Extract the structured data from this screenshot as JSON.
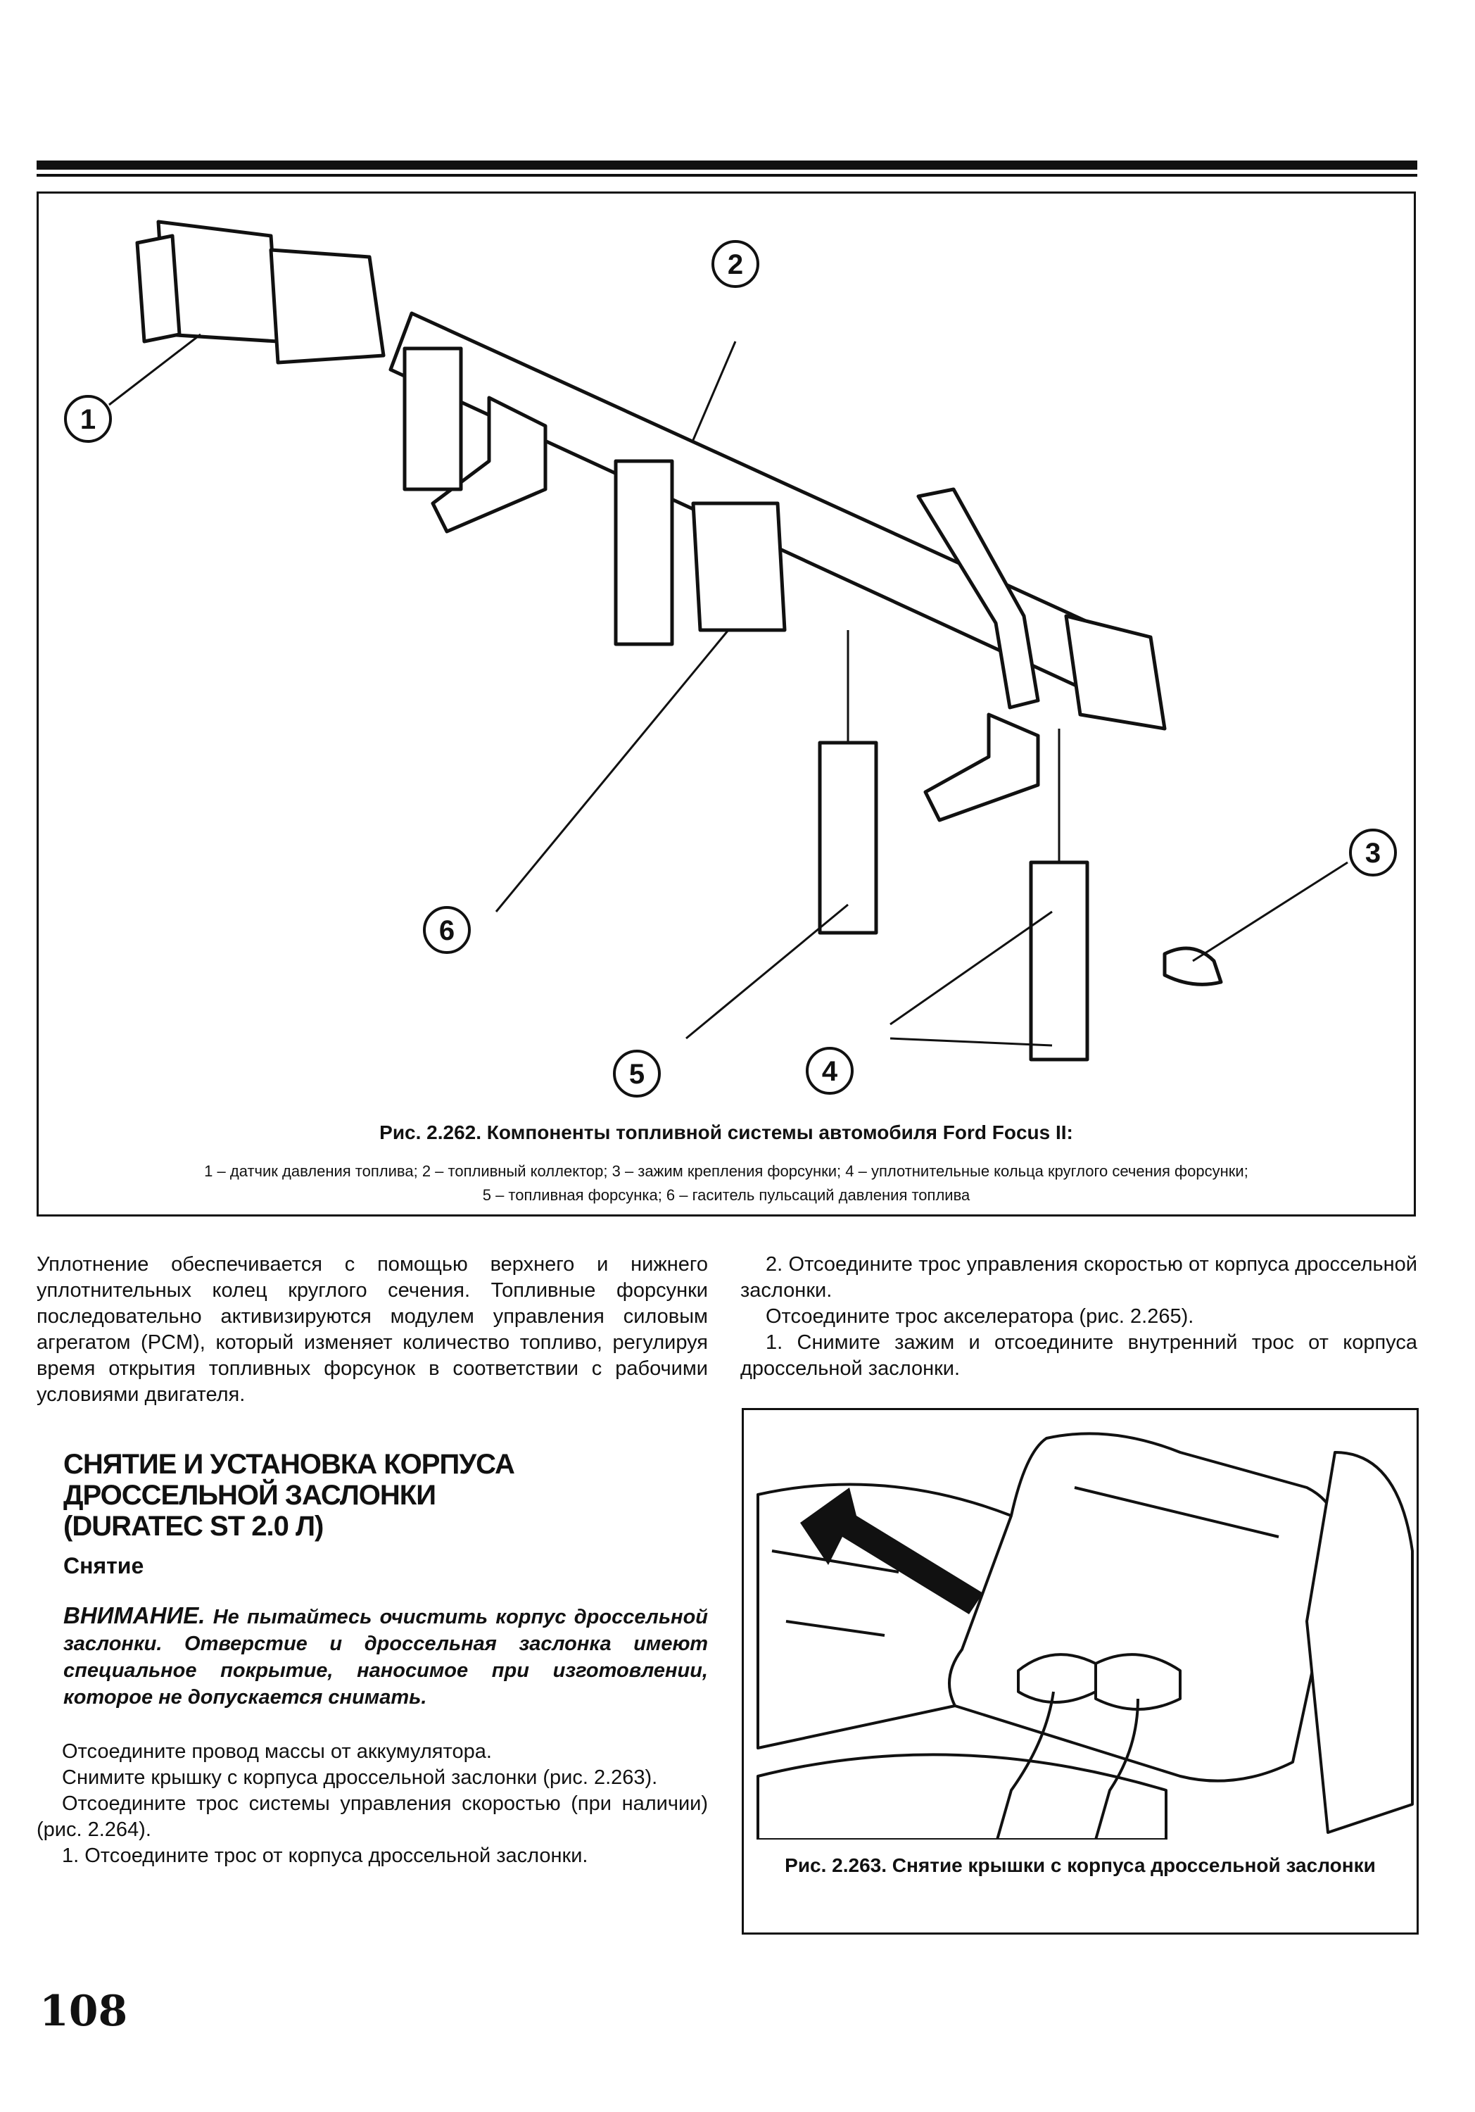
{
  "figure_262": {
    "title": "Рис. 2.262. Компоненты топливной системы автомобиля Ford Focus II:",
    "legend_line1": "1 – датчик давления топлива; 2 – топливный коллектор; 3 – зажим крепления форсунки; 4 – уплотнительные кольца круглого сечения форсунки;",
    "legend_line2": "5 – топливная форсунка; 6 – гаситель пульсаций давления топлива",
    "callouts": [
      "1",
      "2",
      "3",
      "4",
      "5",
      "6"
    ]
  },
  "left_column": {
    "paragraph": "Уплотнение обеспечивается с помощью верхнего и нижнего уплотнительных колец круглого сечения. Топливные форсунки последовательно активизируются модулем управления силовым агрегатом (PCM), который изменяет количество топливо, регулируя время открытия топливных форсунок в соответствии с рабочими условиями двигателя.",
    "section_title_line1": "СНЯТИЕ И УСТАНОВКА КОРПУСА",
    "section_title_line2": "ДРОССЕЛЬНОЙ ЗАСЛОНКИ",
    "section_title_line3": "(DURATEC ST 2.0 Л)",
    "subsection_title": "Снятие",
    "warning_lead": "ВНИМАНИЕ.",
    "warning_text": "Не пытайтесь очистить корпус дроссельной заслонки. Отверстие и дроссельная заслонка имеют специальное покрытие, наносимое при изготовлении, которое не допускается снимать.",
    "steps": [
      "Отсоедините провод массы от аккумулятора.",
      "Снимите крышку с корпуса дроссельной заслонки (рис. 2.263).",
      "Отсоедините трос системы управления скоростью (при наличии) (рис. 2.264).",
      "1. Отсоедините трос от корпуса дроссельной заслонки."
    ]
  },
  "right_column": {
    "steps": [
      "2. Отсоедините трос управления скоростью от корпуса дроссельной заслонки.",
      "Отсоедините трос акселератора (рис. 2.265).",
      "1. Снимите зажим и отсоедините внутренний трос от корпуса дроссельной заслонки."
    ]
  },
  "figure_263": {
    "caption": "Рис. 2.263. Снятие крышки с корпуса дроссельной заслонки"
  },
  "page_number": "108"
}
